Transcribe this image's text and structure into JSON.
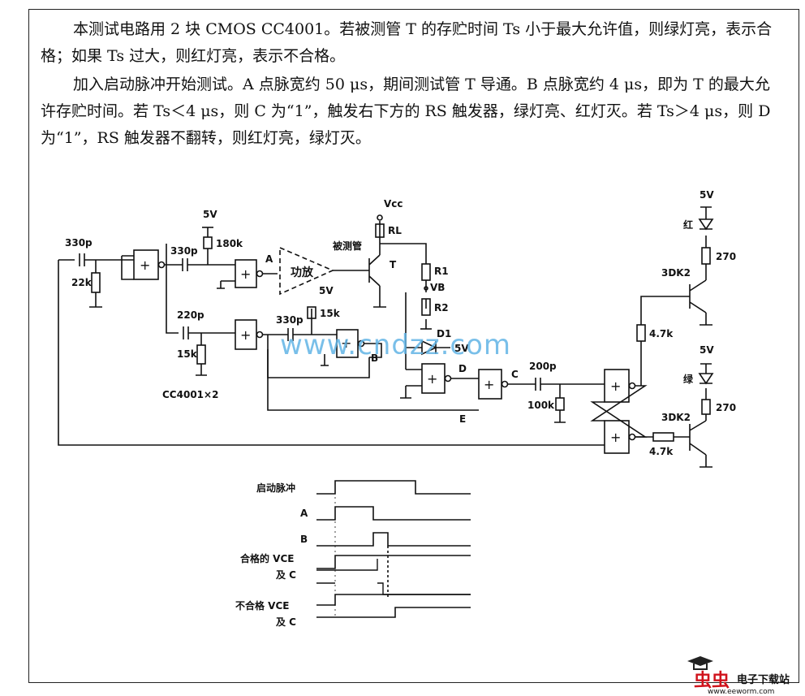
{
  "text": {
    "p1": "本测试电路用 2 块 CMOS CC4001。若被测管 T 的存贮时间 Ts 小于最大允许值，则绿灯亮，表示合格；如果 Ts 过大，则红灯亮，表示不合格。",
    "p2": "加入启动脉冲开始测试。A 点脉宽约 50 μs，期间测试管 T 导通。B 点脉宽约 4 μs，即为 T 的最大允许存贮时间。若 Ts＜4 μs，则 C 为“1”，触发右下方的 RS 触发器，绿灯亮、红灯灭。若 Ts＞4 μs，则 D 为“1”，RS 触发器不翻转，则红灯亮，绿灯灭。"
  },
  "circuit": {
    "c_in": "330p",
    "r_in": "22k",
    "c_a": "330p",
    "supply_1": "5V",
    "r_a": "180k",
    "node_a": "A",
    "amp": "功放",
    "dut_label": "被测管",
    "vcc": "Vcc",
    "rl": "RL",
    "r1": "R1",
    "vb": "VB",
    "r2": "R2",
    "transistor_t": "T",
    "d1": "D1",
    "d1_supply": "5V",
    "supply_2": "5V",
    "r_b": "15k",
    "c_b": "330p",
    "node_b": "B",
    "c_mid": "220p",
    "r_mid": "15k",
    "chip": "CC4001×2",
    "node_d": "D",
    "node_c": "C",
    "c_out": "200p",
    "r_out": "100k",
    "node_e": "E",
    "red_supply": "5V",
    "red_lamp": "红",
    "red_r": "270",
    "red_tr": "3DK2",
    "r_red_base": "4.7k",
    "green_supply": "5V",
    "green_lamp": "绿",
    "green_r": "270",
    "green_tr": "3DK2",
    "r_green_base": "4.7k"
  },
  "timing": {
    "start": "启动脉冲",
    "a": "A",
    "b": "B",
    "pass_1": "合格的 VCE",
    "pass_2": "及 C",
    "fail_1": "不合格 VCE",
    "fail_2": "及 C"
  },
  "watermark": "www.cndzz.com",
  "logo": {
    "cn": "虫虫",
    "title": "电子下载站",
    "url": "www.eeworm.com"
  }
}
